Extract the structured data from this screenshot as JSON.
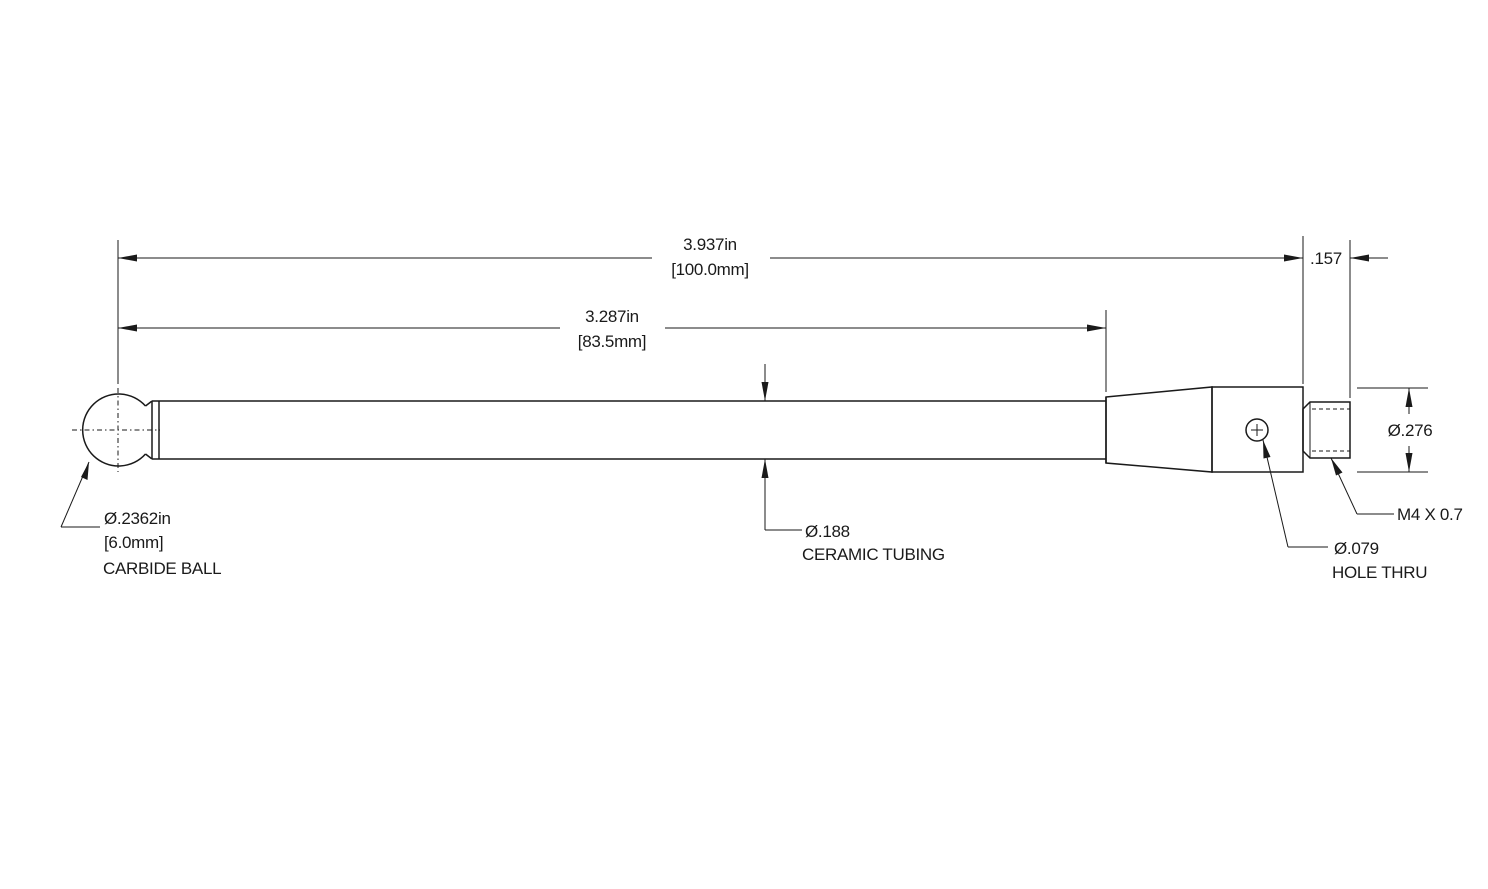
{
  "dimensions": {
    "overall_length_in": "3.937in",
    "overall_length_mm": "[100.0mm]",
    "stem_length_in": "3.287in",
    "stem_length_mm": "[83.5mm]",
    "thread_length": ".157",
    "body_diameter": "Ø.276"
  },
  "callouts": {
    "ball_diameter_in": "Ø.2362in",
    "ball_diameter_mm": "[6.0mm]",
    "ball_material": "CARBIDE BALL",
    "tube_diameter": "Ø.188",
    "tube_material": "CERAMIC TUBING",
    "thread_spec": "M4 X 0.7",
    "hole_diameter": "Ø.079",
    "hole_note": "HOLE THRU"
  }
}
